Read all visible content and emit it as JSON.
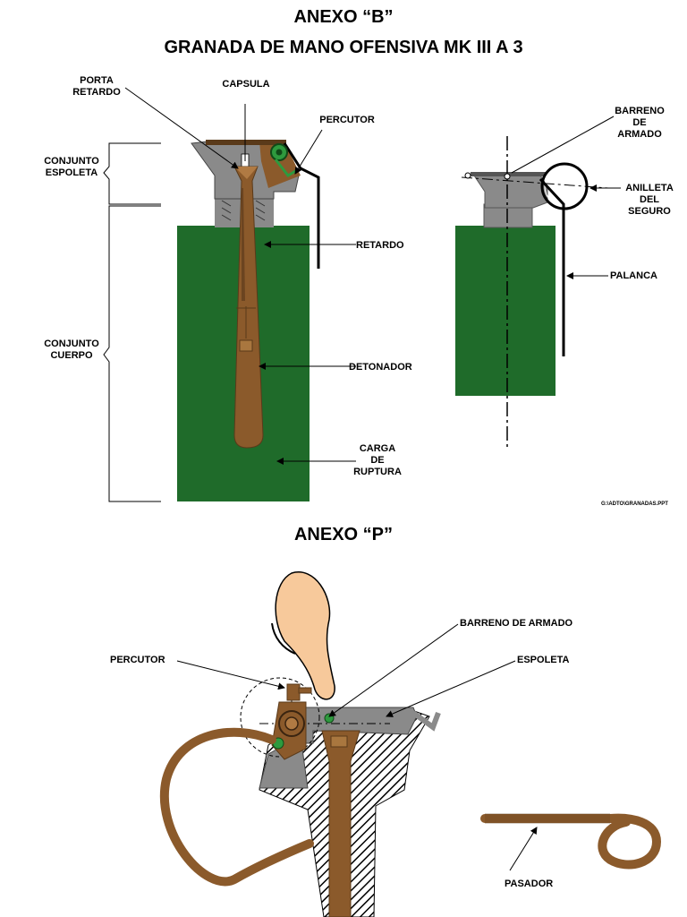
{
  "annex_b": {
    "heading": "ANEXO “B”",
    "title": "GRANADA DE MANO OFENSIVA MK III A 3",
    "labels": {
      "porta_retardo_1": "PORTA",
      "porta_retardo_2": "RETARDO",
      "capsula": "CAPSULA",
      "percutor": "PERCUTOR",
      "conjunto_espoleta_1": "CONJUNTO",
      "conjunto_espoleta_2": "ESPOLETA",
      "retardo": "RETARDO",
      "conjunto_cuerpo_1": "CONJUNTO",
      "conjunto_cuerpo_2": "CUERPO",
      "detonador": "DETONADOR",
      "carga_1": "CARGA",
      "carga_2": "DE",
      "carga_3": "RUPTURA",
      "barreno_1": "BARRENO",
      "barreno_2": "DE",
      "barreno_3": "ARMADO",
      "anilleta_1": "ANILLETA",
      "anilleta_2": "DEL",
      "anilleta_3": "SEGURO",
      "palanca": "PALANCA"
    },
    "file_ref": "G:\\ADTO\\GRANADAS.PPT"
  },
  "annex_p": {
    "heading": "ANEXO “P”",
    "labels": {
      "barreno_de_armado": "BARRENO DE ARMADO",
      "percutor": "PERCUTOR",
      "espoleta": "ESPOLETA",
      "pasador": "PASADOR"
    }
  },
  "colors": {
    "body_green": "#1f6b2a",
    "brown": "#8b5a2b",
    "gray": "#8a8a8a",
    "spring_green": "#2e9a3e",
    "skin": "#f7c99b"
  }
}
